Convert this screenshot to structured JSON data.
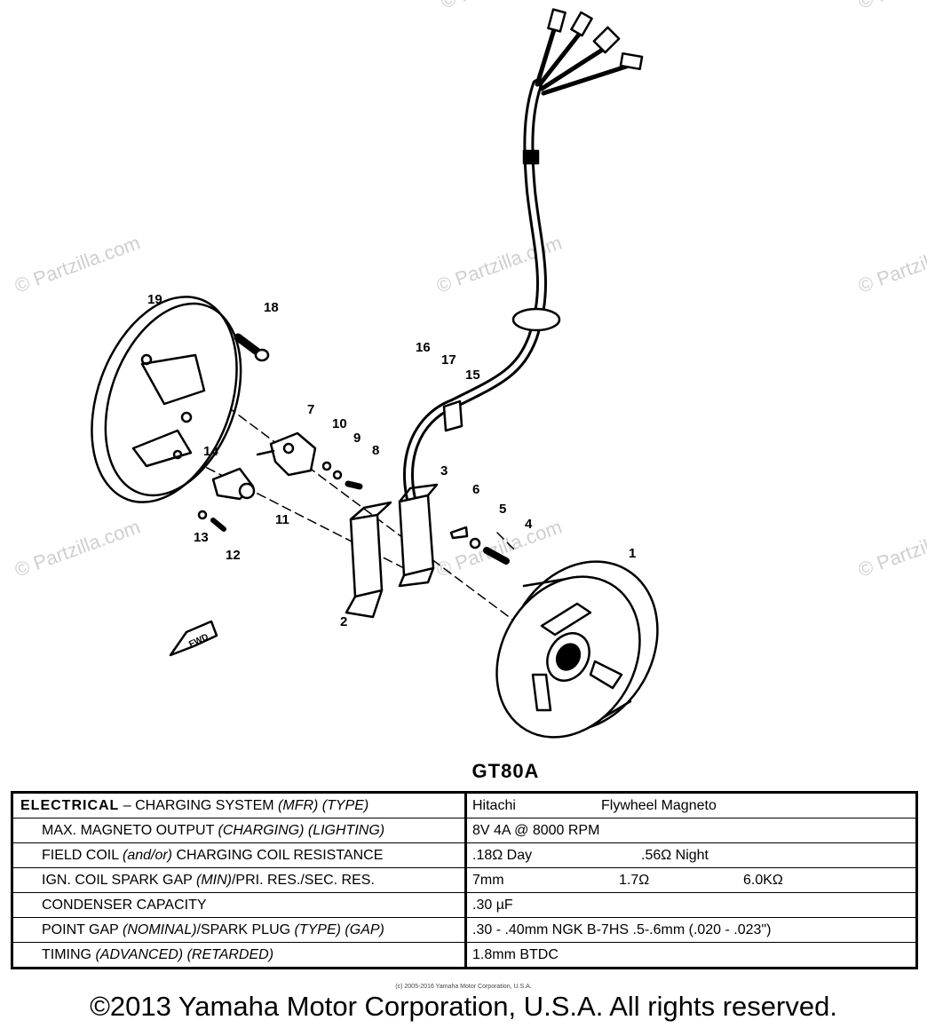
{
  "watermark": "© Partzilla.com",
  "callouts": [
    "1",
    "2",
    "3",
    "4",
    "5",
    "6",
    "7",
    "8",
    "9",
    "10",
    "11",
    "12",
    "13",
    "14",
    "15",
    "16",
    "17",
    "18",
    "19"
  ],
  "fwd_label": "FWD",
  "model": "GT80A",
  "specs": [
    {
      "label_parts": [
        {
          "t": "ELECTRICAL",
          "s": "bold"
        },
        {
          "t": " – CHARGING SYSTEM ",
          "s": ""
        },
        {
          "t": "(MFR) (TYPE)",
          "s": "italic"
        }
      ],
      "values": [
        "Hitachi",
        "Flywheel Magneto",
        ""
      ]
    },
    {
      "label_parts": [
        {
          "t": "MAX. MAGNETO OUTPUT ",
          "s": ""
        },
        {
          "t": "(CHARGING) (LIGHTING)",
          "s": "italic"
        }
      ],
      "values": [
        "8V 4A @ 8000 RPM",
        "",
        ""
      ]
    },
    {
      "label_parts": [
        {
          "t": "FIELD COIL ",
          "s": ""
        },
        {
          "t": "(and/or)",
          "s": "italic"
        },
        {
          "t": " CHARGING COIL RESISTANCE",
          "s": ""
        }
      ],
      "values": [
        ".18Ω Day",
        ".56Ω Night",
        ""
      ]
    },
    {
      "label_parts": [
        {
          "t": "IGN. COIL SPARK GAP ",
          "s": ""
        },
        {
          "t": "(MIN)",
          "s": "italic"
        },
        {
          "t": "/PRI. RES./SEC. RES.",
          "s": ""
        }
      ],
      "values": [
        "7mm",
        "1.7Ω",
        "6.0KΩ"
      ]
    },
    {
      "label_parts": [
        {
          "t": "CONDENSER CAPACITY",
          "s": ""
        }
      ],
      "values": [
        ".30 µF",
        "",
        ""
      ]
    },
    {
      "label_parts": [
        {
          "t": "POINT GAP ",
          "s": ""
        },
        {
          "t": "(NOMINAL)",
          "s": "italic"
        },
        {
          "t": "/SPARK PLUG ",
          "s": ""
        },
        {
          "t": "(TYPE) (GAP)",
          "s": "italic"
        }
      ],
      "values": [
        ".30 - .40mm  NGK B-7HS  .5-.6mm (.020 - .023\")",
        "",
        ""
      ]
    },
    {
      "label_parts": [
        {
          "t": "TIMING ",
          "s": ""
        },
        {
          "t": "(ADVANCED) (RETARDED)",
          "s": "italic"
        }
      ],
      "values": [
        "1.8mm BTDC",
        "",
        ""
      ]
    }
  ],
  "small_copyright": "(c) 2005-2016 Yamaha Motor Corporation, U.S.A.",
  "copyright": "©2013 Yamaha Motor Corporation, U.S.A. All rights reserved."
}
